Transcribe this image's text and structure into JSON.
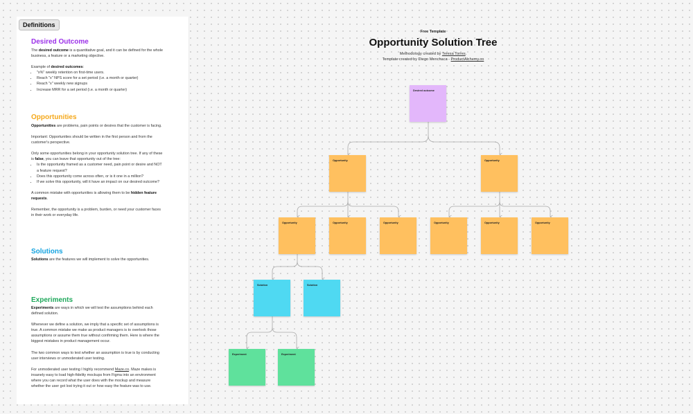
{
  "tag": "Definitions",
  "colors": {
    "outcome": "#9b30e8",
    "opportunities": "#f5a81a",
    "solutions": "#14a3e0",
    "experiments": "#1fa85b"
  },
  "sections": {
    "outcome": {
      "title": "Desired Outcome",
      "p1_pre": "The ",
      "p1_bold": "desired outcome",
      "p1_post": " is a quantitative goal, and it can be defined for the whole business, a feature or a marketing objective.",
      "p2_pre": "Example of ",
      "p2_bold": "desired outcomes",
      "p2_post": ":",
      "bullets": [
        "\"x%\" weekly retention on first-time users.",
        "Reach \"x\" NPS score for a set period (i.e. a month or quarter)",
        "Reach \"x\" weekly new signups",
        "Increase MRR for a set period (i.e. a month or quarter)"
      ]
    },
    "opportunities": {
      "title": "Opportunities",
      "p1_bold": "Opportunities",
      "p1_post": " are problems, pain points or desires that the customer is facing.",
      "p2": "Important: Opportunities should be written in the first person and from the customer's perspective.",
      "p3_pre": "Only some opportunities belong in your opportunity solution tree. If any of these is ",
      "p3_bold": "false",
      "p3_post": ", you can leave that opportunity out of the tree:",
      "bullets": [
        "Is the opportunity framed as a customer need, pain point or desire and NOT a feature request?",
        "Does this opportunity come across often, or is it one in a million?",
        "If we solve this opportunity, will it have an impact on our desired outcome?"
      ],
      "p4_pre": "A common mistake with opportunities is allowing them to be ",
      "p4_bold": "hidden feature requests",
      "p4_post": ".",
      "p5": "Remember, the opportunity is a problem, burden, or need your customer faces in their work or everyday life."
    },
    "solutions": {
      "title": "Solutions",
      "p1_bold": "Solutions",
      "p1_post": " are the features we will implement to solve the opportunities."
    },
    "experiments": {
      "title": "Experiments",
      "p1_bold": "Experiments",
      "p1_post": " are ways in which we will test the assumptions behind each defined solution.",
      "p2": "Whenever we define a solution, we imply that a specific set of assumptions is true. A common mistake we make as product managers is to overlook those assumptions or assume them true without confirming them. Here is where the biggest mistakes in product management occur.",
      "p3": "The two common ways to test whether an assumption is true is by conducting user interviews or unmoderated user testing.",
      "p4_pre": "For unmoderated user testing I highly recommend ",
      "p4_link": "Maze.co",
      "p4_post": ". Maze makes is insanely easy to load high-fidelity mockups from Figma into an environment where you can record what the user does with the mockup and measure whether the user got lost trying it out or how easy the feature was to use."
    }
  },
  "header": {
    "kicker": "Free Template",
    "title": "Opportunity Solution Tree",
    "method_pre": "Methodology created by ",
    "method_link": "Teresa Torres",
    "method_post": ".",
    "template_pre": "Template created by Diego Menchaca - ",
    "template_link": "ProductAlchemy.co"
  },
  "notes": {
    "outcome": "Desired outcome",
    "opportunity": "Opportunity",
    "solution": "Solution",
    "experiment": "Experiment"
  }
}
